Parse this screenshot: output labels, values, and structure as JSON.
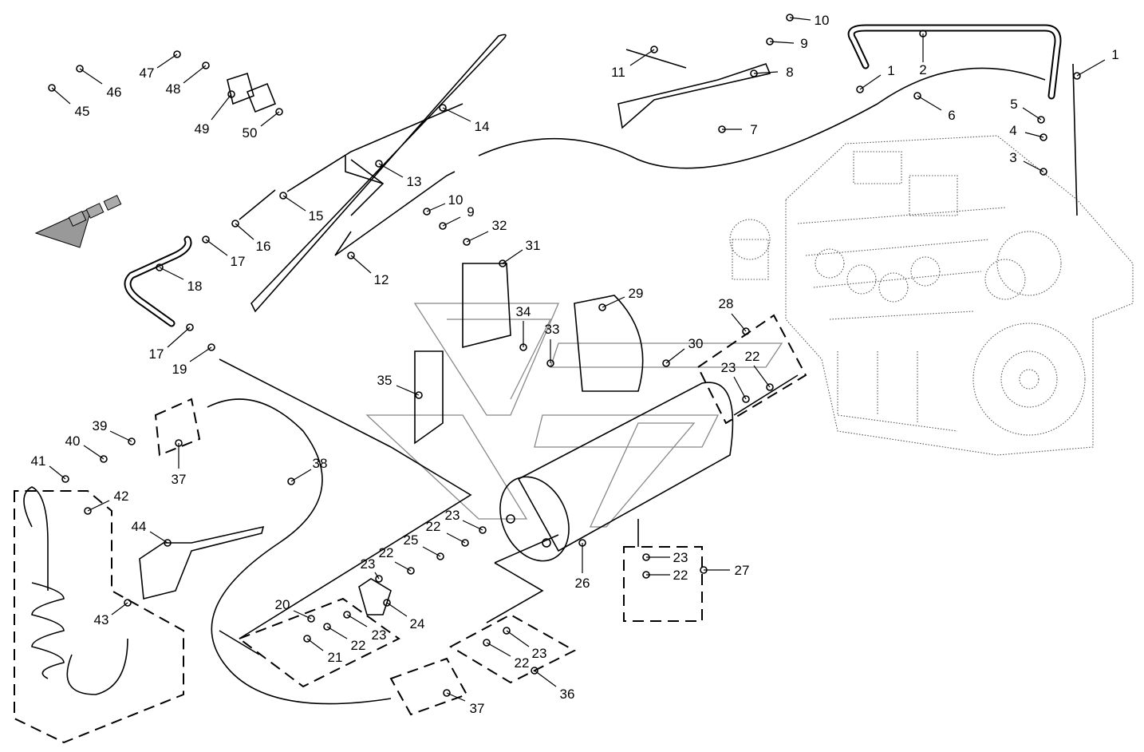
{
  "diagram": {
    "type": "exploded parts diagram",
    "callouts": [
      "1",
      "2",
      "1",
      "10",
      "9",
      "8",
      "11",
      "7",
      "6",
      "5",
      "4",
      "3",
      "14",
      "13",
      "15",
      "16",
      "17",
      "18",
      "12",
      "10",
      "9",
      "32",
      "31",
      "29",
      "34",
      "33",
      "30",
      "28",
      "22",
      "23",
      "35",
      "17",
      "19",
      "39",
      "40",
      "41",
      "37",
      "38",
      "42",
      "44",
      "43",
      "23",
      "22",
      "25",
      "23",
      "22",
      "20",
      "24",
      "21",
      "22",
      "23",
      "26",
      "23",
      "22",
      "27",
      "23",
      "22",
      "36",
      "37",
      "47",
      "48",
      "46",
      "45",
      "49",
      "50"
    ]
  },
  "icons": {
    "direction_arrow": "front-direction-arrow-icon"
  }
}
